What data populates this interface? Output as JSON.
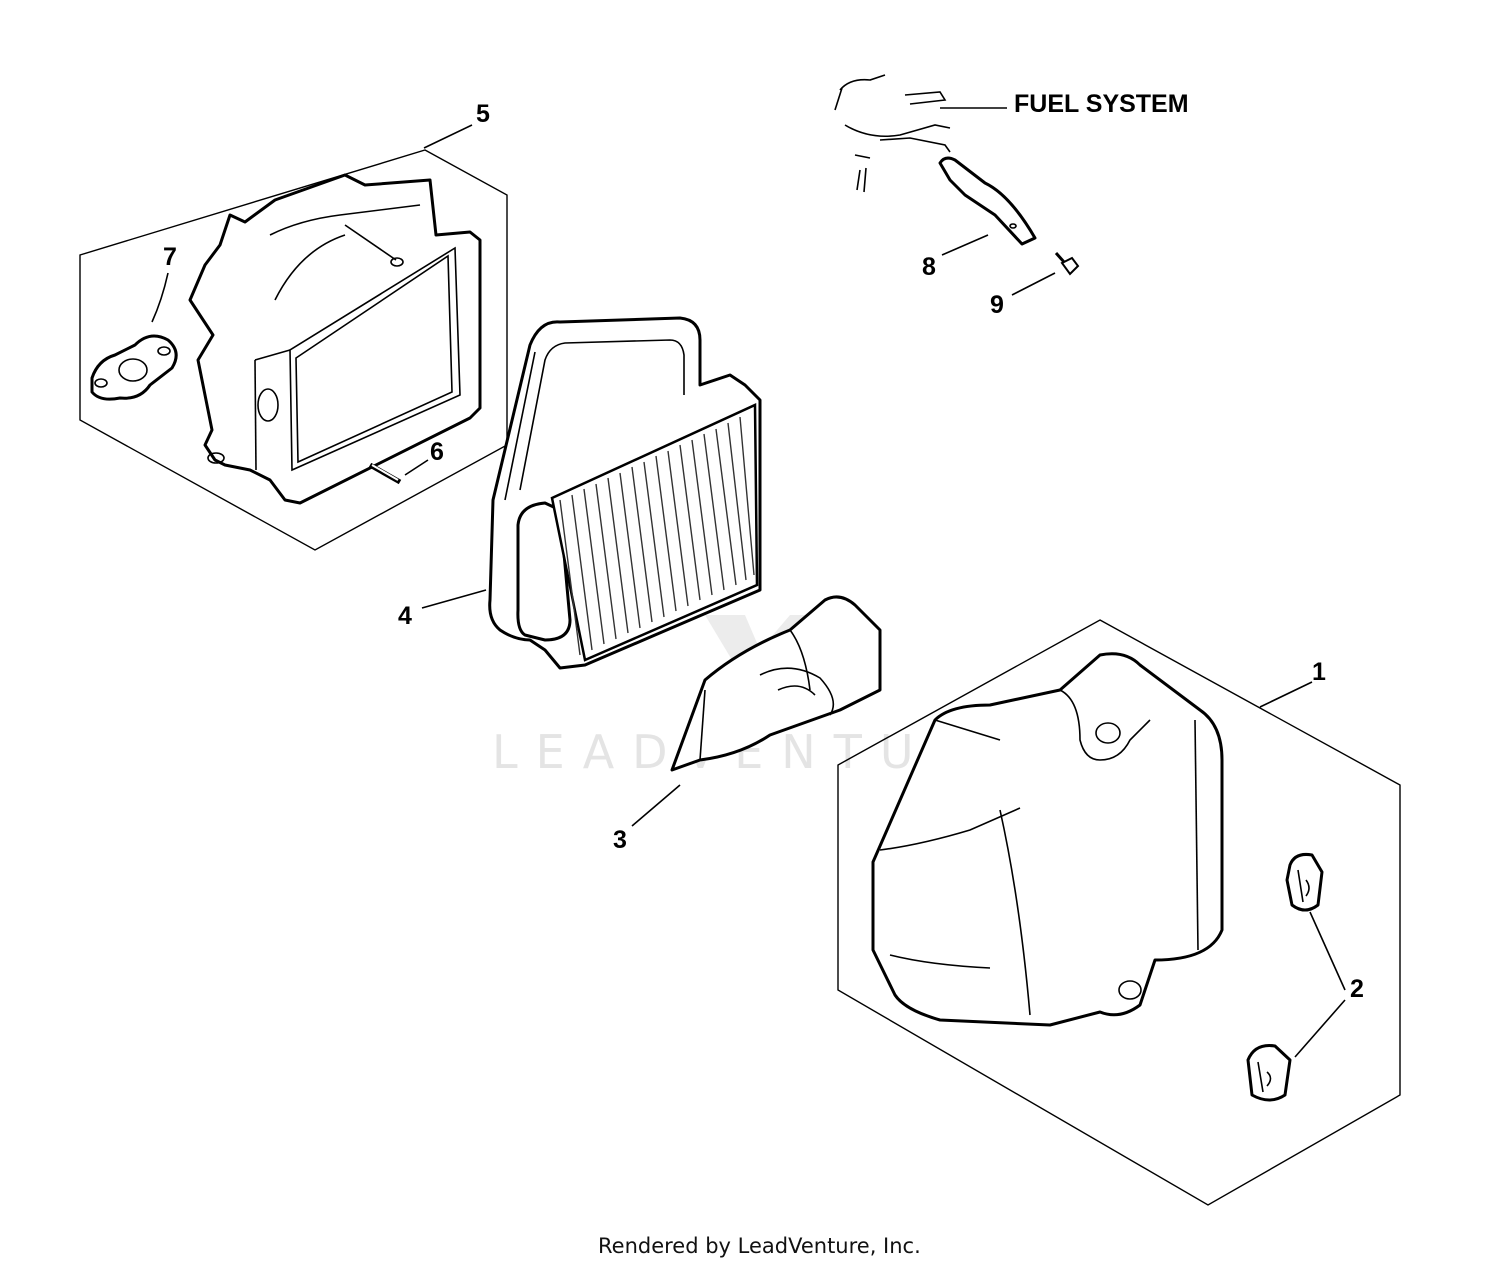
{
  "callouts": {
    "c1": "1",
    "c2": "2",
    "c3": "3",
    "c4": "4",
    "c5": "5",
    "c6": "6",
    "c7": "7",
    "c8": "8",
    "c9": "9"
  },
  "reference_label": "FUEL SYSTEM",
  "watermark": "LEADVENTURE",
  "footer_credit": "Rendered by LeadVenture, Inc."
}
